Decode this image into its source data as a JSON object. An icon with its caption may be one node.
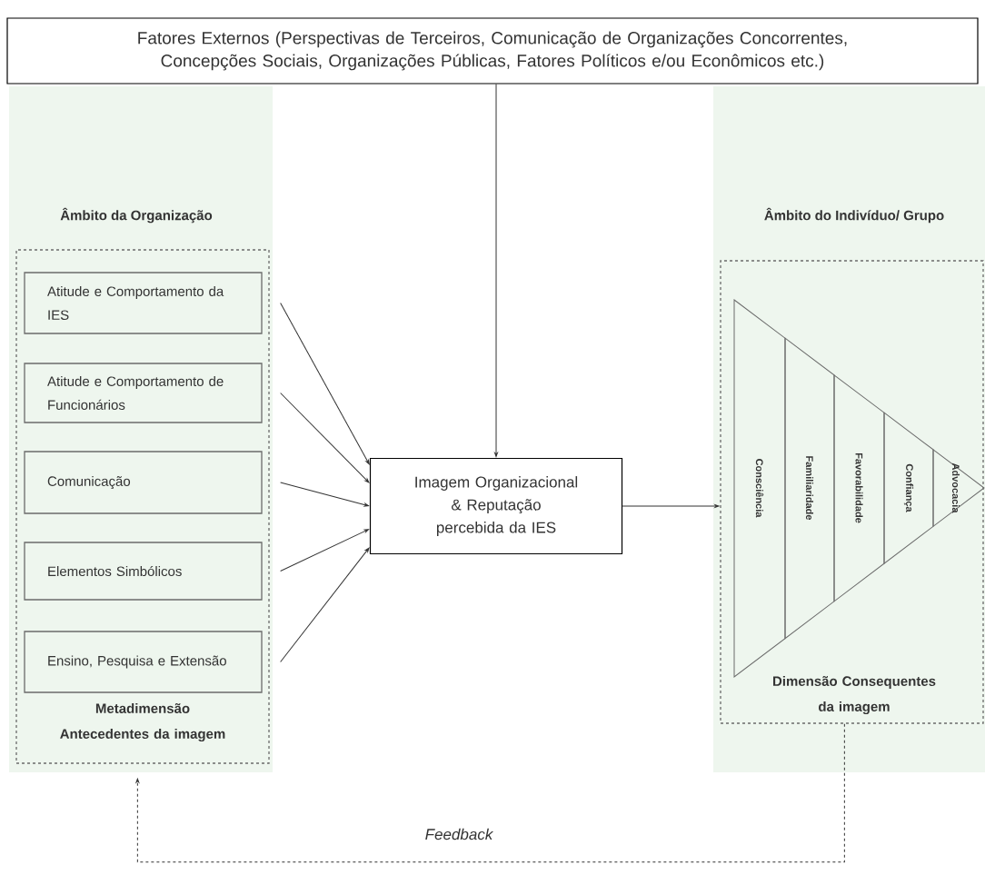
{
  "diagram": {
    "nodes": [
      {
        "text": [
          "Fatores Externos (Perspectivas de Terceiros, Comunicação de Organizações Concorrentes, Concepções Sociais, Organizações Públicas, Fatores Políticos e/ou Econômicos etc.)"
        ]
      },
      {
        "text": [
          "Âmbito da Organização"
        ]
      },
      {
        "text": [
          "Metadimensão Antecedentes da imagem"
        ],
        "in": 1
      },
      {
        "text": [
          "Atitude e Comportamento da IES"
        ],
        "in": 2
      },
      {
        "text": [
          "Atitude e Comportamento de Funcionários"
        ],
        "in": 2
      },
      {
        "text": [
          "Comunicação"
        ],
        "in": 2
      },
      {
        "text": [
          "Elementos Simbólicos"
        ],
        "in": 2
      },
      {
        "text": [
          "Ensino, Pesquisa e Extensão"
        ],
        "in": 2
      },
      {
        "text": [
          "Imagem Organizacional & Reputação percebida da IES"
        ]
      },
      {
        "text": [
          "Âmbito do Indivíduo/ Grupo"
        ]
      },
      {
        "text": [
          "Dimensão Consequentes da imagem"
        ],
        "in": 9
      },
      {
        "text": [
          "Consciência"
        ],
        "in": 10
      },
      {
        "text": [
          "Familiaridade"
        ],
        "in": 10
      },
      {
        "text": [
          "Favorabilidade"
        ],
        "in": 10
      },
      {
        "text": [
          "Confiança"
        ],
        "in": 10
      },
      {
        "text": [
          "Advocacia"
        ],
        "in": 10
      }
    ],
    "edges": [
      {
        "from": 0,
        "to": 8,
        "arrow": "to"
      },
      {
        "from": 3,
        "to": 8,
        "arrow": "to"
      },
      {
        "from": 4,
        "to": 8,
        "arrow": "to"
      },
      {
        "from": 5,
        "to": 8,
        "arrow": "to"
      },
      {
        "from": 6,
        "to": 8,
        "arrow": "to"
      },
      {
        "from": 7,
        "to": 8,
        "arrow": "to"
      },
      {
        "from": 8,
        "to": 10,
        "arrow": "to"
      },
      {
        "from": 10,
        "to": 2,
        "arrow": "to",
        "label": "Feedback",
        "style": "dashed"
      }
    ]
  }
}
